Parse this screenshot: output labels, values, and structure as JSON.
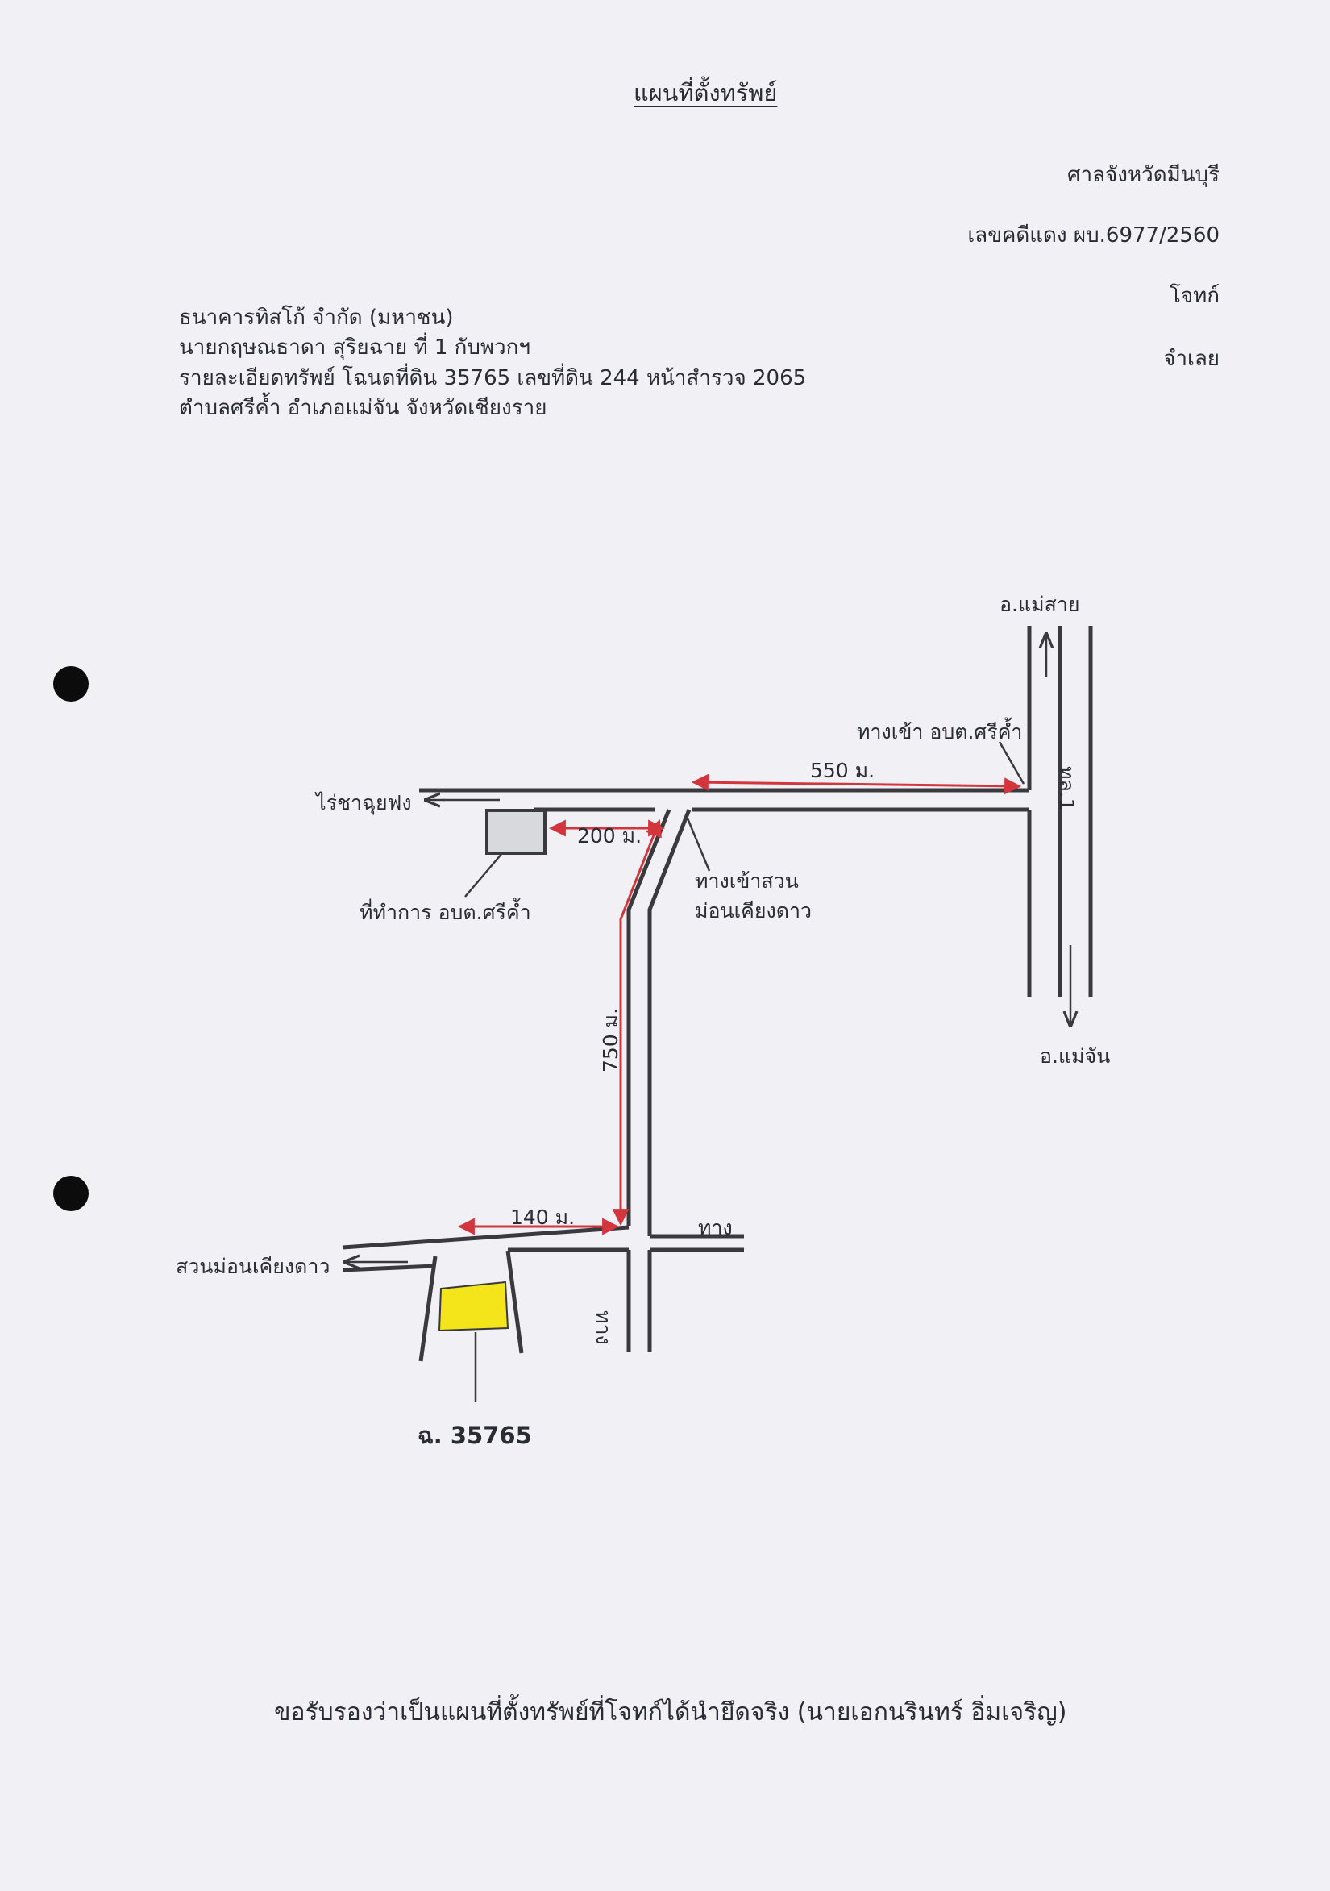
{
  "document": {
    "title": "แผนที่ตั้งทรัพย์",
    "court": "ศาลจังหวัดมีนบุรี",
    "case_number": "เลขคดีแดง ผบ.6977/2560",
    "plaintiff_label": "โจทก์",
    "defendant_label": "จำเลย",
    "plaintiff_name": "ธนาคารทิสโก้ จำกัด (มหาชน)",
    "defendant_name": "นายกฤษณธาดา  สุริยฉาย ที่ 1 กับพวกฯ",
    "property_detail": "รายละเอียดทรัพย์ โฉนดที่ดิน 35765 เลขที่ดิน 244 หน้าสำรวจ 2065",
    "location": "ตำบลศรีค้ำ  อำเภอแม่จัน  จังหวัดเชียงราย",
    "certification": "ขอรับรองว่าเป็นแผนที่ตั้งทรัพย์ที่โจทก์ได้นำยึดจริง (นายเอกนรินทร์ อิ่มเจริญ)"
  },
  "map": {
    "to_mae_sai": "อ.แม่สาย",
    "to_mae_chan": "อ.แม่จัน",
    "highway": "ทล.1",
    "sao_entrance": "ทางเข้า อบต.ศรีค้ำ",
    "rai_cha": "ไร่ชาฉุยฟง",
    "sao_office": "ที่ทำการ อบต.ศรีค้ำ",
    "garden_entrance_line1": "ทางเข้าสวน",
    "garden_entrance_line2": "ม่อนเคียงดาว",
    "garden_name": "สวนม่อนเคียงดาว",
    "road_label_h": "ทาง",
    "road_label_v": "ทาง",
    "distance_550": "550 ม.",
    "distance_200": "200 ม.",
    "distance_750": "750 ม.",
    "distance_140": "140 ม.",
    "deed_label": "ฉ. 35765"
  },
  "colors": {
    "road": "#3a3a3e",
    "distance_arrow": "#d2353b",
    "parcel": "#f3e51a",
    "office": "#d7d9dd"
  }
}
